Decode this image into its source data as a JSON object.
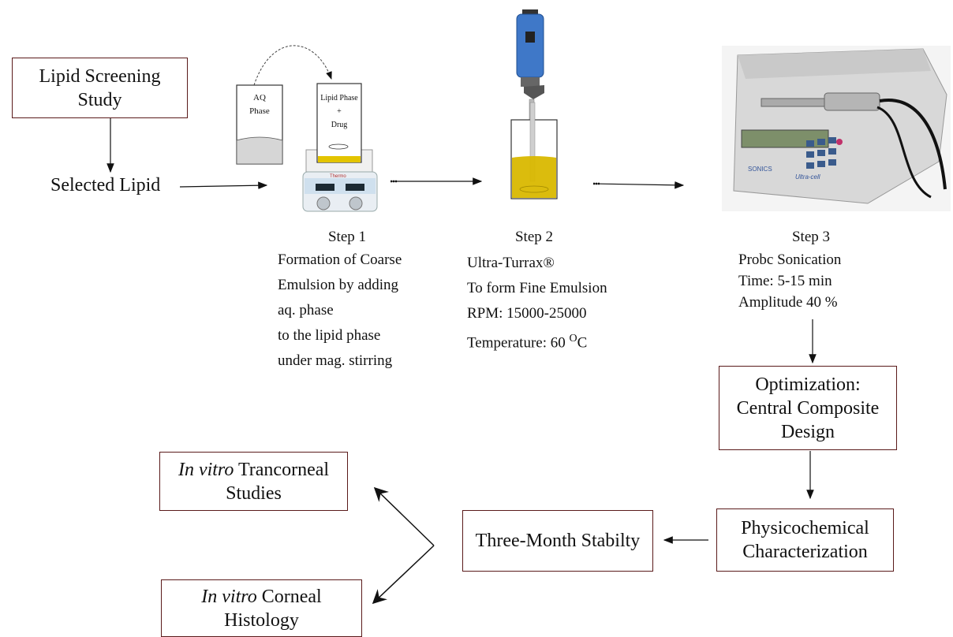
{
  "boxes": {
    "lipid_screening": {
      "line1": "Lipid Screening",
      "line2": "Study"
    },
    "optimization": {
      "line1": "Optimization:",
      "line2": "Central Composite",
      "line3": "Design"
    },
    "physicochemical": {
      "line1": "Physicochemical",
      "line2": "Characterization"
    },
    "stability": {
      "label": "Three-Month Stabilty"
    },
    "transcorneal": {
      "italic": "In vitro",
      "rest": " Trancorneal",
      "line2": "Studies"
    },
    "histology": {
      "italic": "In vitro",
      "rest": " Corneal",
      "line2": "Histology"
    }
  },
  "selected_lipid": "Selected Lipid",
  "beakers": {
    "aq": {
      "line1": "AQ",
      "line2": "Phase"
    },
    "lipid": {
      "line1": "Lipid Phase",
      "line2": "+",
      "line3": "Drug"
    }
  },
  "devices": {
    "hotplate_brand": "Thermo",
    "sonicator_brand": "SONICS",
    "sonicator_model": "Ultra-cell"
  },
  "steps": [
    {
      "title": "Step 1",
      "lines": [
        "Formation of Coarse",
        "Emulsion by adding",
        "aq. phase",
        "to the lipid phase",
        "under mag. stirring"
      ]
    },
    {
      "title": "Step 2",
      "lines": [
        "Ultra-Turrax®",
        "To form Fine Emulsion",
        "RPM: 15000-25000"
      ],
      "temp_prefix": "Temperature: 60 ",
      "temp_sup": "O",
      "temp_suffix": "C"
    },
    {
      "title": "Step 3",
      "lines": [
        "Probc Sonication",
        "Time: 5-15 min",
        "Amplitude 40 %"
      ]
    }
  ]
}
